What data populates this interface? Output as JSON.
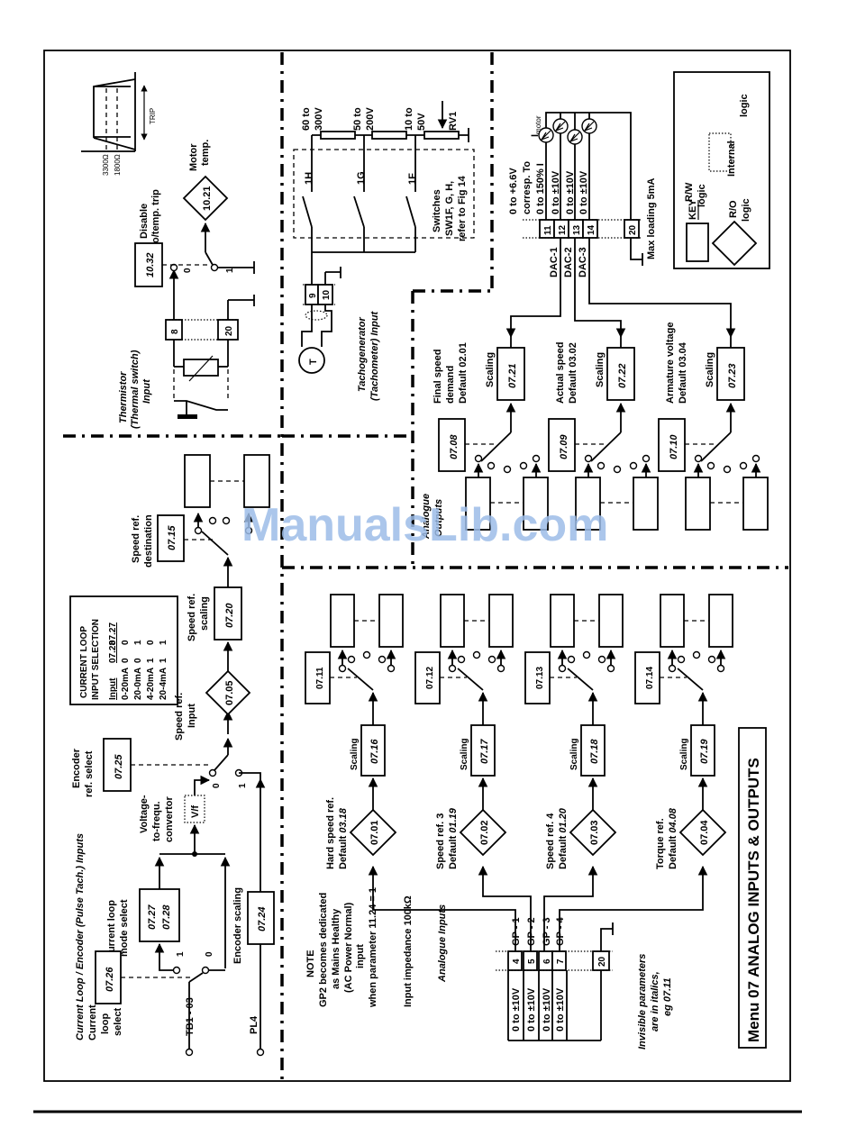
{
  "page": {
    "title": "Menu 07  ANALOG INPUTS & OUTPUTS",
    "watermark": "ManualsLib.com",
    "note_invisible": [
      "Invisible parameters",
      "are in italics,",
      "eg 07.11"
    ]
  },
  "thermistor": {
    "title": [
      "Thermistor",
      "(Thermal switch)",
      "Input"
    ],
    "terminals": [
      "8",
      "20"
    ],
    "disable_param": "10.32",
    "disable_label": [
      "Disable",
      "o/temp. trip"
    ],
    "switch_positions": [
      "0",
      "1"
    ],
    "motor_temp_param": "10.21",
    "motor_temp_label": [
      "Motor",
      "temp."
    ],
    "graph_labels": [
      "3300Ω",
      "1800Ω",
      "TRIP"
    ]
  },
  "tacho": {
    "title": [
      "Tachogenerator",
      "(Tachometer) Input"
    ],
    "terminals": [
      "9",
      "10"
    ],
    "symbol": "T",
    "ranges": [
      [
        "60 to",
        "300V"
      ],
      [
        "50 to",
        "200V"
      ],
      [
        "10 to",
        "50V"
      ]
    ],
    "rv": "RV1",
    "switches": [
      "1H",
      "1G",
      "1F"
    ],
    "switch_note": [
      "Switches",
      "SW1F, G, H,",
      "refer to Fig 14"
    ]
  },
  "key": {
    "title": "KEY",
    "rw": [
      "R/W",
      "logic"
    ],
    "ro": [
      "R/O",
      "logic"
    ],
    "internal": [
      "Internal",
      "logic"
    ]
  },
  "analog_outputs": {
    "title": [
      "Analogue",
      "Outputs"
    ],
    "range_note": [
      "0 to +6.6V",
      "corresp. To",
      "0 to 150% I"
    ],
    "imotor": "I",
    "imotor_sub": "motor",
    "terminals": [
      "11",
      "12",
      "13",
      "14",
      "20"
    ],
    "ranges": [
      "0 to ±10V",
      "0 to ±10V",
      "0 to ±10V"
    ],
    "dacs": [
      "DAC-1",
      "DAC-2",
      "DAC-3"
    ],
    "max_loading": "Max loading 5mA",
    "channels": [
      {
        "select": "07.08",
        "scaling": "07.21",
        "scaling_label": "Scaling",
        "desc": [
          "Final speed",
          "demand",
          "Default 02.01"
        ]
      },
      {
        "select": "07.09",
        "scaling": "07.22",
        "scaling_label": "Scaling",
        "desc": [
          "Actual speed",
          "Default 03.02"
        ]
      },
      {
        "select": "07.10",
        "scaling": "07.23",
        "scaling_label": "Scaling",
        "desc": [
          "Armature voltage",
          "Default 03.04"
        ]
      }
    ]
  },
  "encoder": {
    "title": "Current Loop / Encoder (Pulse Tach.) Inputs",
    "current_loop_select_label": [
      "Current",
      "loop",
      "select"
    ],
    "current_loop_select_param": "07.26",
    "tb1": "TB1 - 03",
    "pl4": "PL4",
    "mode_label": [
      "Current loop",
      "mode select"
    ],
    "mode_params": [
      "07.27",
      "07.28"
    ],
    "vf_label": [
      "Voltage-",
      "to-frequ.",
      "convertor"
    ],
    "vf_symbol": "V/f",
    "encoder_ref_label": [
      "Encoder",
      "ref. select"
    ],
    "encoder_ref_param": "07.25",
    "encoder_scaling_label": "Encoder scaling",
    "encoder_scaling_param": "07.24",
    "speed_input_label": [
      "Speed ref.",
      "Input"
    ],
    "speed_input_param": "07.05",
    "speed_scaling_label": [
      "Speed ref.",
      "scaling"
    ],
    "speed_scaling_param": "07.20",
    "speed_dest_label": [
      "Speed ref.",
      "destination"
    ],
    "speed_dest_param": "07.15",
    "switch_positions": [
      "1",
      "0",
      "0",
      "1"
    ],
    "table": {
      "title": [
        "CURRENT LOOP",
        "INPUT SELECTION"
      ],
      "headers": [
        "Input",
        "07.28",
        "07.27"
      ],
      "rows": [
        [
          "0-20mA",
          "0",
          "0"
        ],
        [
          "20-0mA",
          "0",
          "1"
        ],
        [
          "4-20mA",
          "1",
          "0"
        ],
        [
          "20-4mA",
          "1",
          "1"
        ]
      ]
    }
  },
  "analog_inputs": {
    "title": "Analogue Inputs",
    "impedance": "Input impedance 100kΩ",
    "note": [
      "NOTE",
      "GP2 becomes dedicated",
      "as Mains Healthy",
      "(AC Power Normal)",
      "input",
      "when parameter 11.24 = 1"
    ],
    "terminals": [
      "4",
      "5",
      "6",
      "7",
      "20"
    ],
    "ranges": [
      "0 to ±10V",
      "0 to ±10V",
      "0 to ±10V",
      "0 to ±10V"
    ],
    "gps": [
      "GP - 1",
      "GP - 2",
      "GP - 3",
      "GP - 4"
    ],
    "channels": [
      {
        "input": "07.01",
        "scaling": "07.16",
        "select": "07.11",
        "scaling_label": "Scaling",
        "desc": "Hard speed ref.",
        "default_prefix": "Default ",
        "default_val": "03.18"
      },
      {
        "input": "07.02",
        "scaling": "07.17",
        "select": "07.12",
        "scaling_label": "Scaling",
        "desc": "Speed ref. 3",
        "default_prefix": "Default ",
        "default_val": "01.19"
      },
      {
        "input": "07.03",
        "scaling": "07.18",
        "select": "07.13",
        "scaling_label": "Scaling",
        "desc": "Speed ref. 4",
        "default_prefix": "Default ",
        "default_val": "01.20"
      },
      {
        "input": "07.04",
        "scaling": "07.19",
        "select": "07.14",
        "scaling_label": "Scaling",
        "desc": "Torque ref.",
        "default_prefix": "Default ",
        "default_val": "04.08"
      }
    ]
  }
}
